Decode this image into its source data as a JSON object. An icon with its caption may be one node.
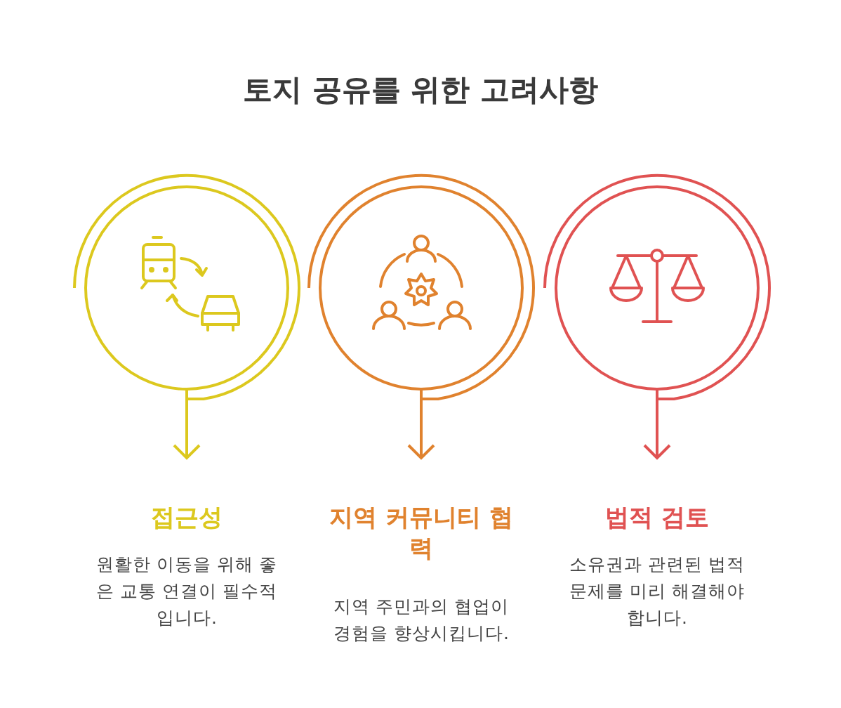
{
  "diagram": {
    "title": "토지 공유를 위한 고려사항",
    "nodes": [
      {
        "text": [],
        "shape": "circle"
      },
      {
        "text": [
          "접근성",
          "원활한 이동을 위해 좋은 교통 연결이 필수적입니다."
        ]
      },
      {
        "text": [],
        "shape": "circle"
      },
      {
        "text": [
          "지역 커뮤니티 협력",
          "지역 주민과의 협업이 경험을 향상시킵니다."
        ]
      },
      {
        "text": [],
        "shape": "circle"
      },
      {
        "text": [
          "법적 검토",
          "소유권과 관련된 법적 문제를 미리 해결해야 합니다."
        ]
      }
    ],
    "edges": [
      {
        "from": 0,
        "to": 1,
        "arrow": "to",
        "color": "#dcc81e"
      },
      {
        "from": 2,
        "to": 3,
        "arrow": "to",
        "color": "#e0822e"
      },
      {
        "from": 4,
        "to": 5,
        "arrow": "to",
        "color": "#e05252"
      }
    ]
  }
}
